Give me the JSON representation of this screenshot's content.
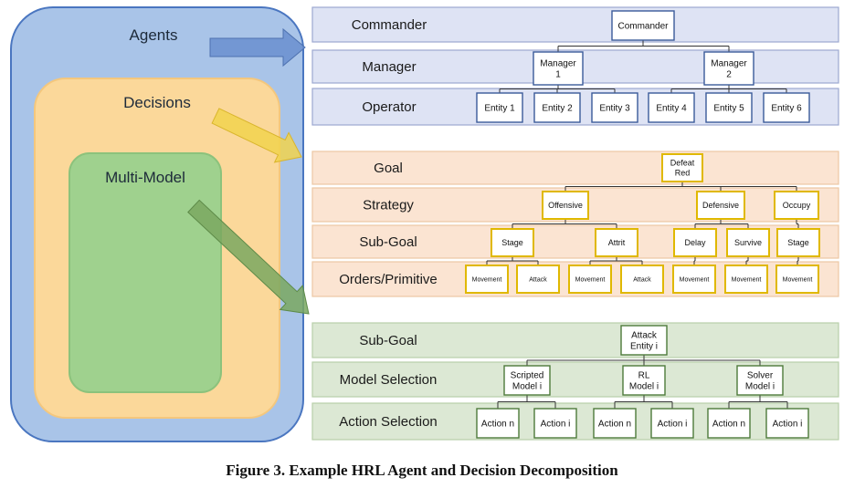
{
  "colors": {
    "agents_fill": "#a9c4e8",
    "agents_border": "#4a76c0",
    "decisions_fill": "#fbd89a",
    "decisions_border": "#f4c77d",
    "multimodel_fill": "#9fd18e",
    "multimodel_border": "#8cc27c",
    "band_blue": "#dee3f4",
    "band_blue_border": "#9ca8d0",
    "band_orange": "#fbe4d2",
    "band_orange_border": "#ecc7a4",
    "band_green": "#dce8d4",
    "band_green_border": "#b7cfa9",
    "node_blue_border": "#3a5a9a",
    "node_gold_border": "#e0b800",
    "node_green_border": "#4d7a3a",
    "arrow_blue": "#6a8fcf",
    "arrow_yellow": "#f1d34d",
    "arrow_green": "#7aa860"
  },
  "left": {
    "agents": "Agents",
    "decisions": "Decisions",
    "multi_model": "Multi-Model"
  },
  "bands": [
    "Commander",
    "Manager",
    "Operator",
    "Goal",
    "Strategy",
    "Sub-Goal",
    "Orders/Primitive",
    "Sub-Goal",
    "Model Selection",
    "Action Selection"
  ],
  "nodes": {
    "commander": [
      "Commander"
    ],
    "manager1": [
      "Manager",
      "1"
    ],
    "manager2": [
      "Manager",
      "2"
    ],
    "entity1": [
      "Entity 1"
    ],
    "entity2": [
      "Entity 2"
    ],
    "entity3": [
      "Entity 3"
    ],
    "entity4": [
      "Entity 4"
    ],
    "entity5": [
      "Entity 5"
    ],
    "entity6": [
      "Entity 6"
    ],
    "defeat_red": [
      "Defeat",
      "Red"
    ],
    "offensive": [
      "Offensive"
    ],
    "defensive": [
      "Defensive"
    ],
    "occupy": [
      "Occupy"
    ],
    "stage1": [
      "Stage"
    ],
    "attrit": [
      "Attrit"
    ],
    "delay": [
      "Delay"
    ],
    "survive": [
      "Survive"
    ],
    "stage2": [
      "Stage"
    ],
    "movement1": [
      "Movement"
    ],
    "attack1": [
      "Attack"
    ],
    "movement2": [
      "Movement"
    ],
    "attack2": [
      "Attack"
    ],
    "movement3": [
      "Movement"
    ],
    "movement4": [
      "Movement"
    ],
    "movement5": [
      "Movement"
    ],
    "attack_entity": [
      "Attack",
      "Entity i"
    ],
    "scripted": [
      "Scripted",
      "Model i"
    ],
    "rl": [
      "RL",
      "Model i"
    ],
    "solver": [
      "Solver",
      "Model i"
    ],
    "action_n1": [
      "Action n"
    ],
    "action_i1": [
      "Action i"
    ],
    "action_n2": [
      "Action n"
    ],
    "action_i2": [
      "Action i"
    ],
    "action_n3": [
      "Action n"
    ],
    "action_i3": [
      "Action i"
    ]
  },
  "caption": "Figure 3. Example HRL Agent and Decision Decomposition"
}
